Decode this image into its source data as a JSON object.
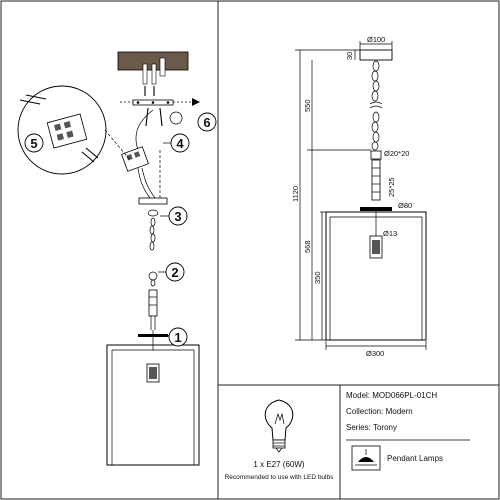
{
  "steps": {
    "s1": "1",
    "s2": "2",
    "s3": "3",
    "s4": "4",
    "s5": "5",
    "s6": "6"
  },
  "dimensions": {
    "canopy_diameter": "Ø100",
    "canopy_height": "30",
    "chain_length": "550",
    "total_height": "1120",
    "connector_size": "Ø20*20",
    "connector_length": "25*25",
    "cap_diameter": "Ø80",
    "socket_diameter": "Ø13",
    "shade_length": "568",
    "shade_height": "350",
    "shade_diameter": "Ø300"
  },
  "bulb": {
    "spec": "1 x E27 (60W)",
    "note": "Recommended to use with LED bulbs"
  },
  "product": {
    "model": "Model: MOD066PL-01CH",
    "collection": "Collection: Modern",
    "series": "Series: Torony",
    "type_label": "Pendant Lamps"
  }
}
